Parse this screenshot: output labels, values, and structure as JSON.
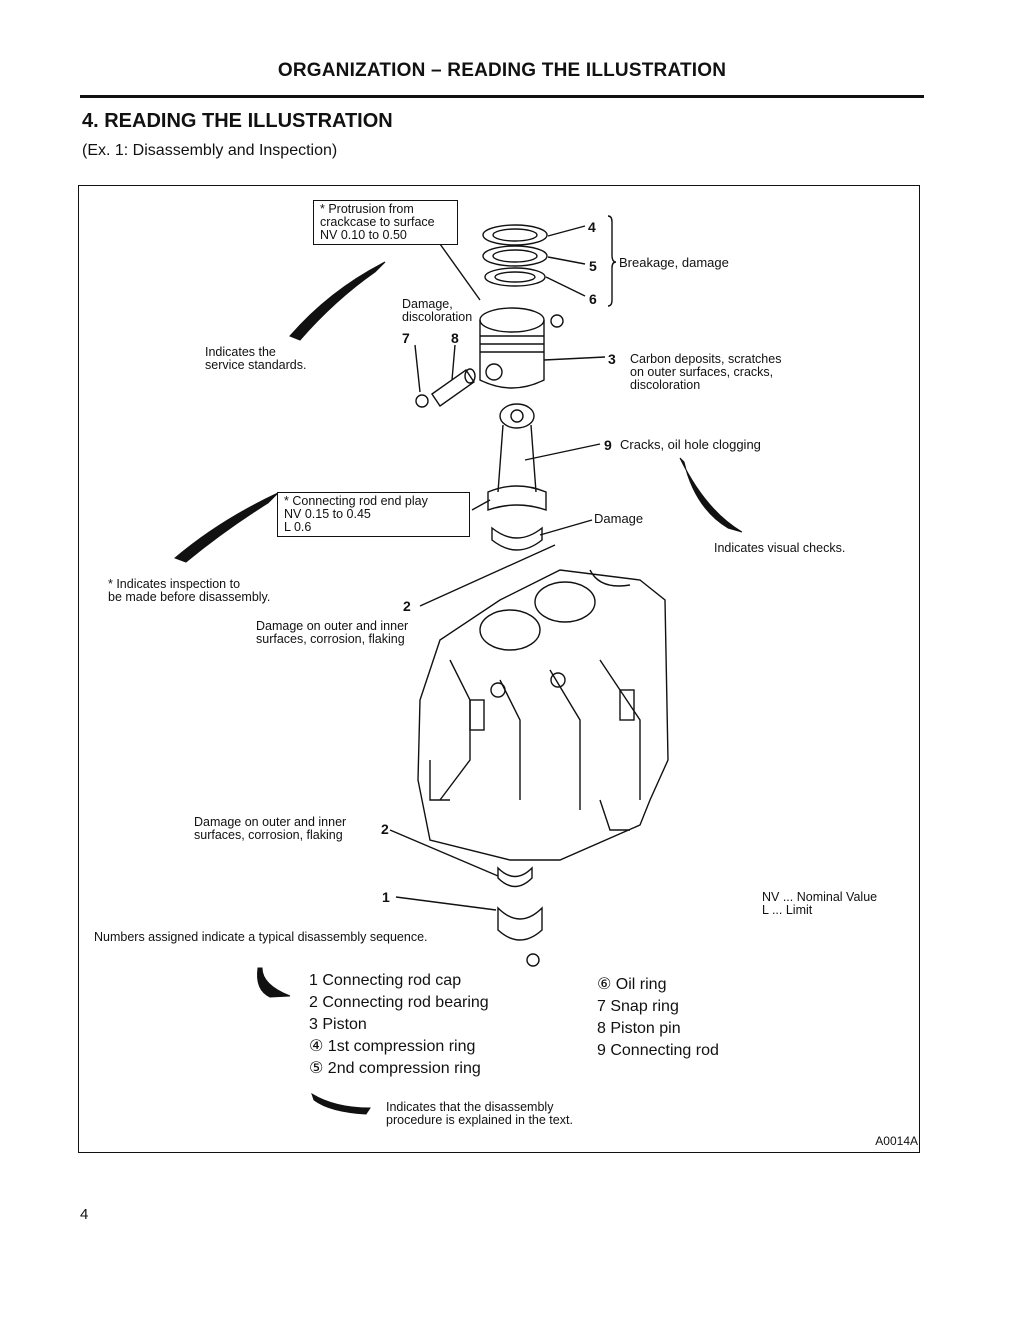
{
  "header": {
    "title": "ORGANIZATION – READING THE ILLUSTRATION"
  },
  "section": {
    "title": "4. READING THE ILLUSTRATION",
    "subtitle": "(Ex. 1: Disassembly and Inspection)"
  },
  "figure": {
    "protrusion_box": [
      "* Protrusion from",
      "crackcase to surface",
      "NV 0.10 to 0.50"
    ],
    "service_standards_note": [
      "Indicates the",
      "service standards."
    ],
    "damage_discoloration": [
      "Damage,",
      "discoloration"
    ],
    "num_7": "7",
    "num_8": "8",
    "num_4": "4",
    "num_5": "5",
    "num_6": "6",
    "num_3": "3",
    "num_9": "9",
    "num_2a": "2",
    "num_2b": "2",
    "num_1": "1",
    "rings_label": "Breakage, damage",
    "piston_label": [
      "Carbon deposits, scratches",
      "on outer surfaces, cracks,",
      "discoloration"
    ],
    "rod_label": "Cracks, oil hole clogging",
    "rod_box": [
      "* Connecting rod end play",
      "NV 0.15 to 0.45",
      "L   0.6"
    ],
    "cap_damage": "Damage",
    "visual_checks": "Indicates visual checks.",
    "inspection_note": [
      "* Indicates inspection to",
      "be made before disassembly."
    ],
    "bearing_damage_upper": [
      "Damage on outer and inner",
      "surfaces, corrosion, flaking"
    ],
    "bearing_damage_lower": [
      "Damage on outer and inner",
      "surfaces, corrosion, flaking"
    ],
    "abbrev": [
      "NV ... Nominal Value",
      "L ...   Limit"
    ],
    "sequence_note": "Numbers assigned indicate a typical disassembly sequence.",
    "legend_left": [
      "1  Connecting rod cap",
      "2  Connecting rod bearing",
      "3  Piston",
      "④ 1st compression ring",
      "⑤ 2nd compression ring"
    ],
    "legend_right": [
      "⑥ Oil ring",
      "7  Snap ring",
      "8  Piston pin",
      "9  Connecting rod"
    ],
    "procedure_note": [
      "Indicates that the disassembly",
      "procedure is explained in the text."
    ],
    "figure_id": "A0014A"
  },
  "page": {
    "number": "4"
  }
}
